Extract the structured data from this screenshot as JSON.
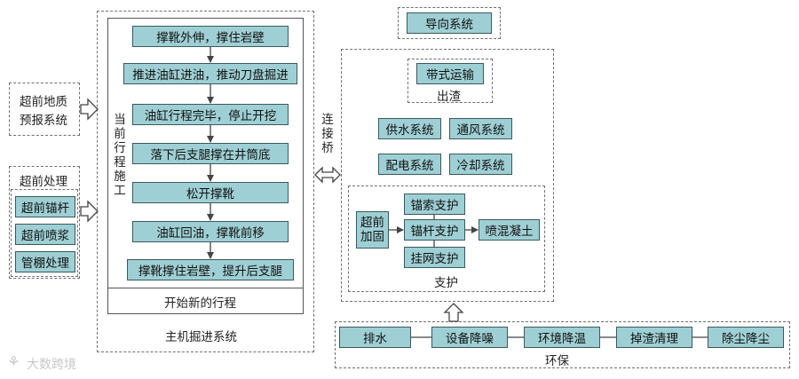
{
  "diagram": {
    "left_advance": {
      "geology_line1": "超前地质",
      "geology_line2": "预报系统",
      "treatment_title": "超前处理",
      "treatment_items": [
        "超前锚杆",
        "超前喷浆",
        "管棚处理"
      ]
    },
    "main_system": {
      "title": "主机掘进系统",
      "side_label": "当前行程施工",
      "steps": [
        "撑靴外伸，撑住岩壁",
        "推进油缸进油，推动刀盘掘进",
        "油缸行程完毕，停止开挖",
        "落下后支腿撑在井筒底",
        "松开撑靴",
        "油缸回油，撑靴前移",
        "撑靴撑住岩壁，提升后支腿"
      ],
      "new_cycle": "开始新的行程"
    },
    "connector_label": "连接桥",
    "guidance": "导向系统",
    "right_system": {
      "belt": "带式运输",
      "muck": "出渣",
      "water": "供水系统",
      "ventilation": "通风系统",
      "power": "配电系统",
      "cooling": "冷却系统",
      "support": {
        "title": "支护",
        "advance_line1": "超前",
        "advance_line2": "加固",
        "anchor_cable": "锚索支护",
        "anchor_bolt": "锚杆支护",
        "mesh": "挂网支护",
        "shotcrete": "喷混凝土"
      }
    },
    "environment": {
      "title": "环保",
      "items": [
        "排水",
        "设备降噪",
        "环境降温",
        "掉渣清理",
        "除尘降尘"
      ]
    }
  },
  "watermark": "大数跨境",
  "colors": {
    "node_fill": "#9ecfd4",
    "node_border": "#3a5a5e",
    "line": "#555555"
  }
}
